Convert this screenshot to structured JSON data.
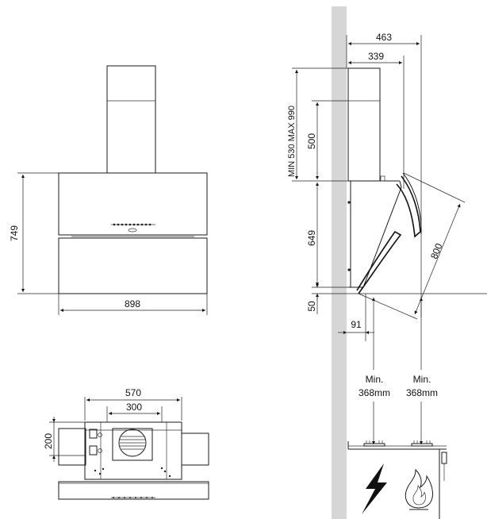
{
  "front_view": {
    "height_label": "749",
    "width_label": "898"
  },
  "top_view": {
    "width_label": "570",
    "outlet_label": "300",
    "depth_label": "200"
  },
  "side_view": {
    "depth_total_label": "463",
    "depth_body_label": "339",
    "chimney_range_label": "MIN 530 MAX 990",
    "chimney_label": "500",
    "body_height_label": "649",
    "panel_length_label": "800",
    "gap_label": "50",
    "offset_label": "91",
    "min_clearance_1_line1": "Min.",
    "min_clearance_1_line2": "368mm",
    "min_clearance_2_line1": "Min.",
    "min_clearance_2_line2": "368mm"
  },
  "icons": [
    "electric-bolt-icon",
    "gas-flame-icon"
  ],
  "colors": {
    "wall": "#d6d6d6",
    "line": "#1a1a1a"
  }
}
